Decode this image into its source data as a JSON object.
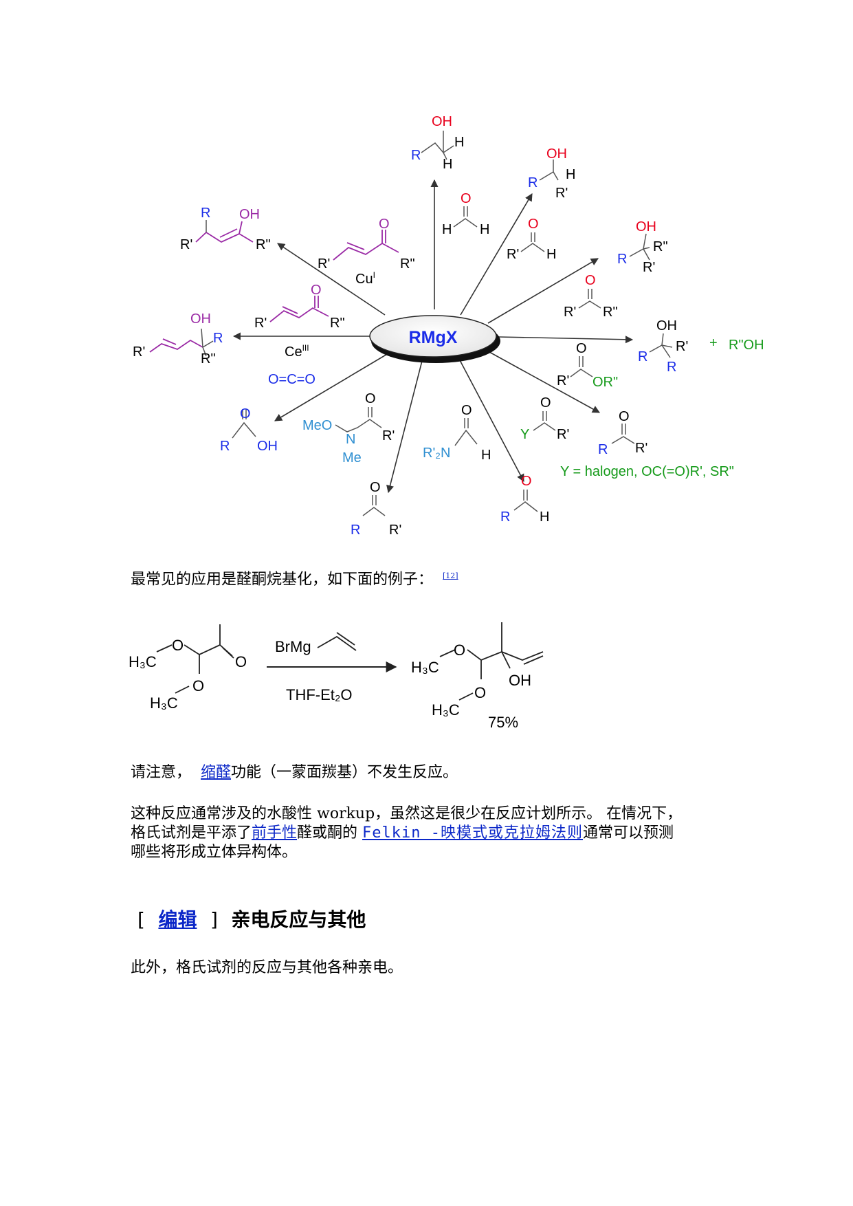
{
  "scheme1": {
    "center": "RMgX",
    "top_product": {
      "oh": "OH",
      "r": "R",
      "h1": "H",
      "h2": "H"
    },
    "formaldehyde": {
      "o": "O",
      "h1": "H",
      "h2": "H"
    },
    "aldehyde": {
      "o": "O",
      "r1": "R'",
      "h": "H"
    },
    "sec_alcohol": {
      "oh": "OH",
      "r": "R",
      "h": "H",
      "r1": "R'"
    },
    "ketone": {
      "o": "O",
      "r1": "R'",
      "r2": "R\""
    },
    "tert_alcohol": {
      "oh": "OH",
      "r": "R",
      "r2": "R\"",
      "r1": "R'"
    },
    "ester": {
      "o": "O",
      "r1": "R'",
      "or2": "OR\""
    },
    "ester_product": {
      "oh": "OH",
      "r": "R",
      "r1": "R'",
      "r_b": "R",
      "plus": "+",
      "roh": "R\"OH"
    },
    "acyl": {
      "o": "O",
      "y": "Y",
      "r1": "R'"
    },
    "acyl_product": {
      "o": "O",
      "r": "R",
      "r1": "R'"
    },
    "acyl_note": "Y = halogen, OC(=O)R', SR\"",
    "formamide": {
      "o": "O",
      "n": "R'₂N",
      "h": "H"
    },
    "formamide_product": {
      "o": "O",
      "r": "R",
      "h": "H"
    },
    "weinreb": {
      "o": "O",
      "meo": "MeO",
      "n": "N",
      "r1": "R'",
      "me": "Me"
    },
    "weinreb_product": {
      "o": "O",
      "r": "R",
      "r1": "R'"
    },
    "co2": "O=C=O",
    "acid": {
      "o": "O",
      "r": "R",
      "oh": "OH"
    },
    "ce_enone": {
      "o": "O",
      "r1": "R'",
      "r2": "R\"",
      "reagent": "Ce",
      "reagent_sup": "III"
    },
    "ce_product": {
      "oh": "OH",
      "r1": "R'",
      "r": "R",
      "r2": "R\""
    },
    "cu_enone": {
      "o": "O",
      "r1": "R'",
      "r2": "R\"",
      "reagent": "Cu",
      "reagent_sup": "I"
    },
    "cu_product": {
      "r": "R",
      "oh": "OH",
      "r1": "R'",
      "r2": "R\""
    }
  },
  "paragraph1": {
    "text": "最常见的应用是醛酮烷基化，如下面的例子：",
    "ref": "[12]"
  },
  "scheme2": {
    "h3c_top": "H₃C",
    "o_top": "O",
    "o_ketone": "O",
    "h3c_bottom": "H₃C",
    "o_bottom": "O",
    "reagent": "BrMg",
    "solvent": "THF-Et₂O",
    "p_h3c_top": "H₃C",
    "p_o_top": "O",
    "p_oh": "OH",
    "p_h3c_bottom": "H₃C",
    "p_o_bottom": "O",
    "yield": "75%"
  },
  "paragraph2": {
    "before": "请注意，  ",
    "link": "缩醛",
    "after": "功能（一蒙面羰基）不发生反应。"
  },
  "paragraph3": {
    "line1": "这种反应通常涉及的水酸性 workup，虽然这是很少在反应计划所示。 在情况下，",
    "line2_a": "格氏试剂是平添了",
    "link1": "前手性",
    "line2_b": "醛或酮的 ",
    "link2": "Felkin -映模式或克拉姆法则",
    "line2_c": "通常可以预测",
    "line3": "哪些将形成立体异构体。"
  },
  "section": {
    "bracket_open": "[",
    "edit": "编辑",
    "bracket_close": "]",
    "title": "亲电反应与其他"
  },
  "paragraph4": {
    "text": "此外，格氏试剂的反应与其他各种亲电。"
  },
  "colors": {
    "red": "#e8001c",
    "blue": "#1a2ce8",
    "purple": "#9a2aa5",
    "green": "#159a1a",
    "cyan": "#2f8fd1",
    "link": "#0b27c8"
  }
}
